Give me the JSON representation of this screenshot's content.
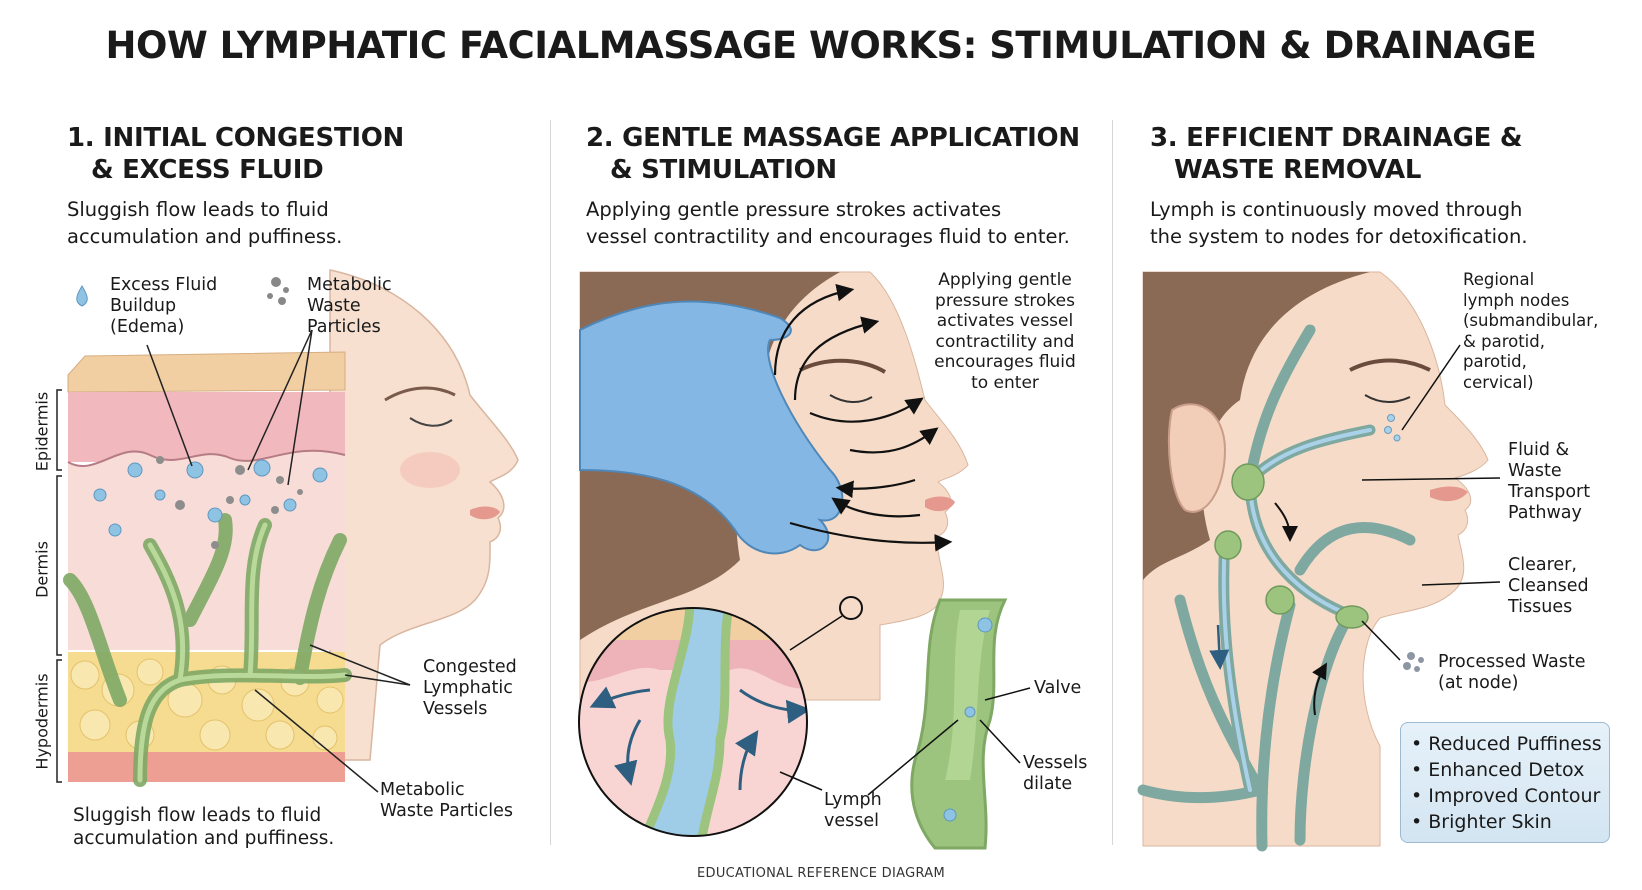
{
  "title": "HOW LYMPHATIC FACIALMASSAGE WORKS: STIMULATION & DRAINAGE",
  "panels": [
    {
      "heading_line1": "1. INITIAL CONGESTION",
      "heading_line2": "& EXCESS FLUID",
      "subtitle_line1": "Sluggish flow leads to fluid",
      "subtitle_line2": "accumulation and puffiness.",
      "labels": {
        "excess_fluid": [
          "Excess Fluid",
          "Buildup",
          "(Edema)"
        ],
        "metabolic_waste_top": [
          "Metabolic",
          "Waste",
          "Particles"
        ],
        "congested_vessels": [
          "Congested",
          "Lymphatic",
          "Vessels"
        ],
        "metabolic_waste_bottom": [
          "Metabolic",
          "Waste Particles"
        ],
        "layers": [
          "Epidermis",
          "Dermis",
          "Hypodermis"
        ]
      },
      "footer_line1": "Sluggish flow leads to fluid",
      "footer_line2": "accumulation and puffiness."
    },
    {
      "heading_line1": "2. GENTLE MASSAGE APPLICATION",
      "heading_line2": "& STIMULATION",
      "subtitle_line1": "Applying gentle pressure strokes activates",
      "subtitle_line2": "vessel contractility and encourages fluid to enter.",
      "labels": {
        "callout": [
          "Applying gentle",
          "pressure strokes",
          "activates vessel",
          "contractility and",
          "encourages fluid",
          "to enter"
        ],
        "valve": "Valve",
        "vessels_dilate": [
          "Vessels",
          "dilate"
        ],
        "lymph_vessel": [
          "Lymph",
          "vessel"
        ]
      }
    },
    {
      "heading_line1": "3. EFFICIENT DRAINAGE &",
      "heading_line2": "WASTE REMOVAL",
      "subtitle_line1": "Lymph is continuously moved through",
      "subtitle_line2": "the system to nodes for detoxification.",
      "labels": {
        "lymph_nodes": [
          "Regional",
          "lymph nodes",
          "(submandibular,",
          "& parotid,",
          "parotid,",
          "cervical)"
        ],
        "transport": [
          "Fluid &",
          "Waste",
          "Transport",
          "Pathway"
        ],
        "tissues": [
          "Clearer,",
          "Cleansed",
          "Tissues"
        ],
        "processed_waste": [
          "Processed Waste",
          "(at node)"
        ]
      },
      "benefits": [
        "Reduced Puffiness",
        "Enhanced Detox",
        "Improved Contour",
        "Brighter Skin"
      ]
    }
  ],
  "caption": "EDUCATIONAL REFERENCE DIAGRAM",
  "colors": {
    "skin": "#f6dcc8",
    "hair": "#8a6a55",
    "vessel_green": "#9cc47e",
    "lymph_blue": "#a9d2ea",
    "glove_blue": "#7fb3e0",
    "fat_yellow": "#f3d98a",
    "dermis_pink": "#f6cfcb",
    "benefit_box": "#dcebf6"
  }
}
